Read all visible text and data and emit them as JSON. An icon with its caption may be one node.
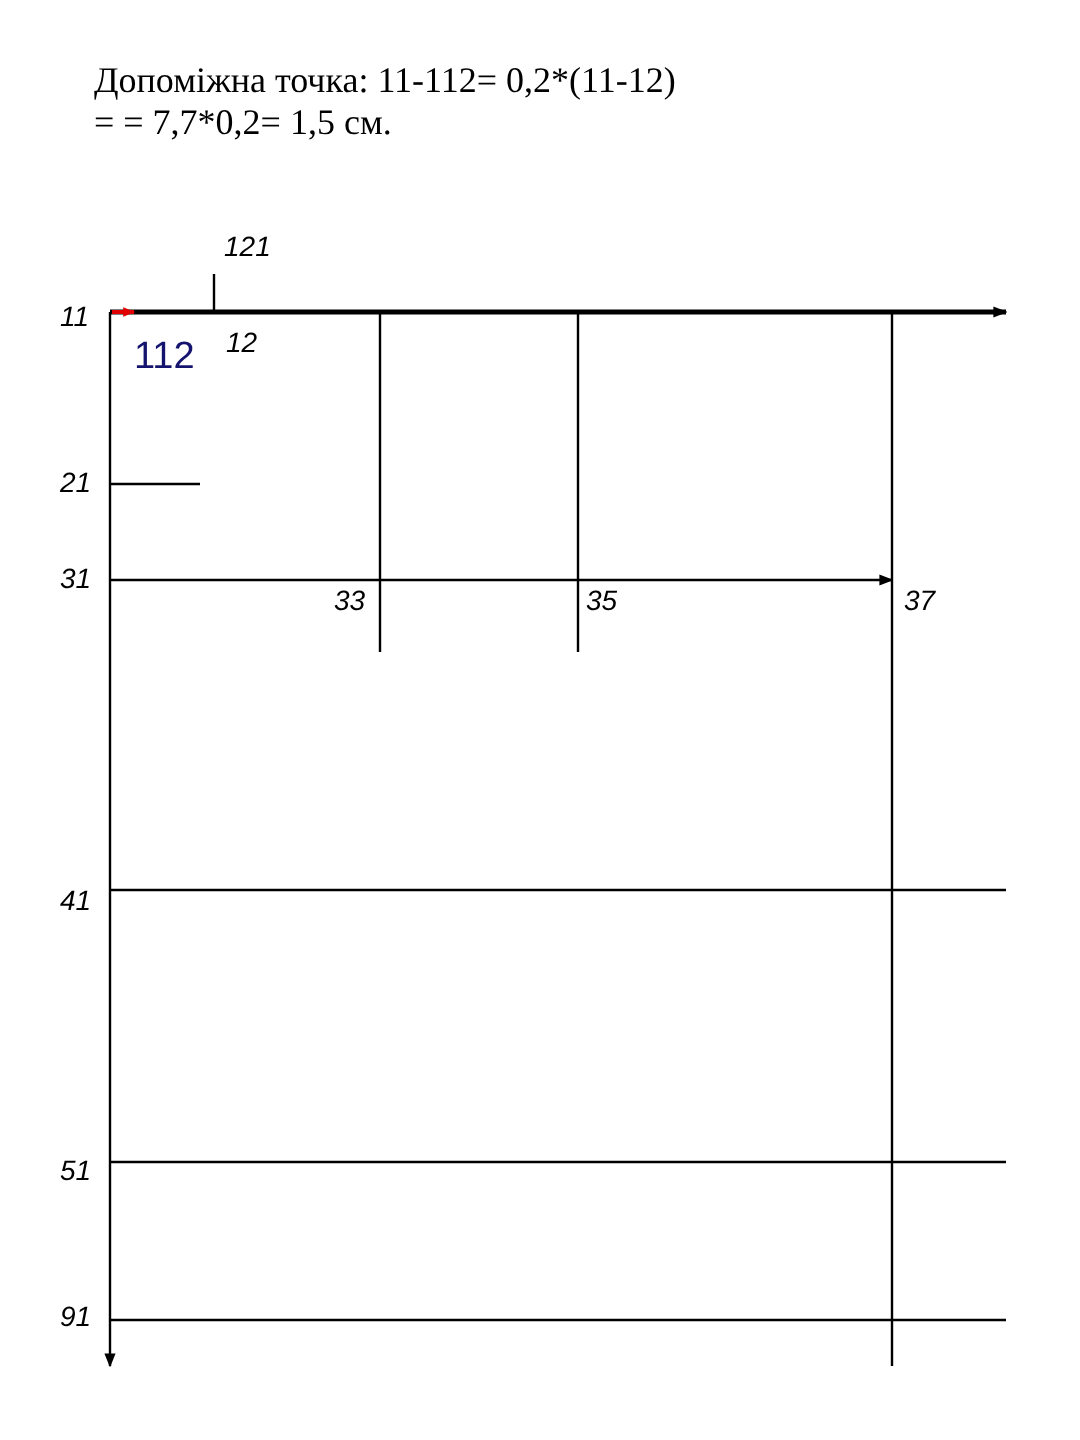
{
  "diagram": {
    "title": "Допоміжна точка: 11-112= 0,2*(11-12) = = 7,7*0,2= 1,5 см.",
    "labels": [
      "121",
      "11",
      "112",
      "12",
      "21",
      "31",
      "33",
      "35",
      "37",
      "41",
      "51",
      "91"
    ]
  }
}
